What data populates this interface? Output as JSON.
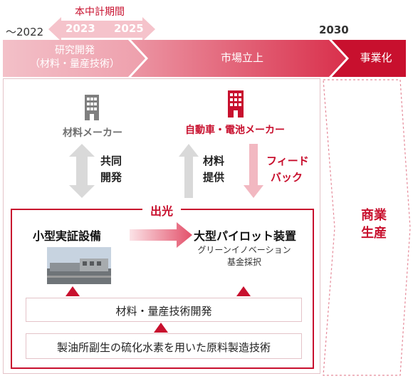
{
  "header": {
    "plan_period_label": "本中計期間",
    "year_start": "〜2022",
    "year_2023": "2023",
    "year_2025": "2025",
    "year_2030": "2030"
  },
  "stages": {
    "stage1_line1": "研究開発",
    "stage1_line2": "（材料・量産技術）",
    "stage2": "市場立上",
    "stage3": "事業化"
  },
  "left_column": {
    "maker": "材料メーカー",
    "collab_line1": "共同",
    "collab_line2": "開発"
  },
  "right_column": {
    "maker": "自動車・電池メーカー",
    "supply_line1": "材料",
    "supply_line2": "提供",
    "feedback_line1": "フィード",
    "feedback_line2": "バック"
  },
  "main_box": {
    "label": "出光",
    "small_facility": "小型実証設備",
    "pilot": "大型パイロット装置",
    "pilot_sub1": "グリーンイノベーション",
    "pilot_sub2": "基金採択",
    "tech_dev": "材料・量産技術開発",
    "raw_tech": "製油所副生の硫化水素を用いた原料製造技術"
  },
  "commercial": {
    "line1": "商業",
    "line2": "生産"
  },
  "colors": {
    "accent": "#c8102e",
    "pink_light": "#f7d3d8",
    "gray_arrow": "#d9d9d9",
    "gray_icon": "#7f7f7f"
  }
}
